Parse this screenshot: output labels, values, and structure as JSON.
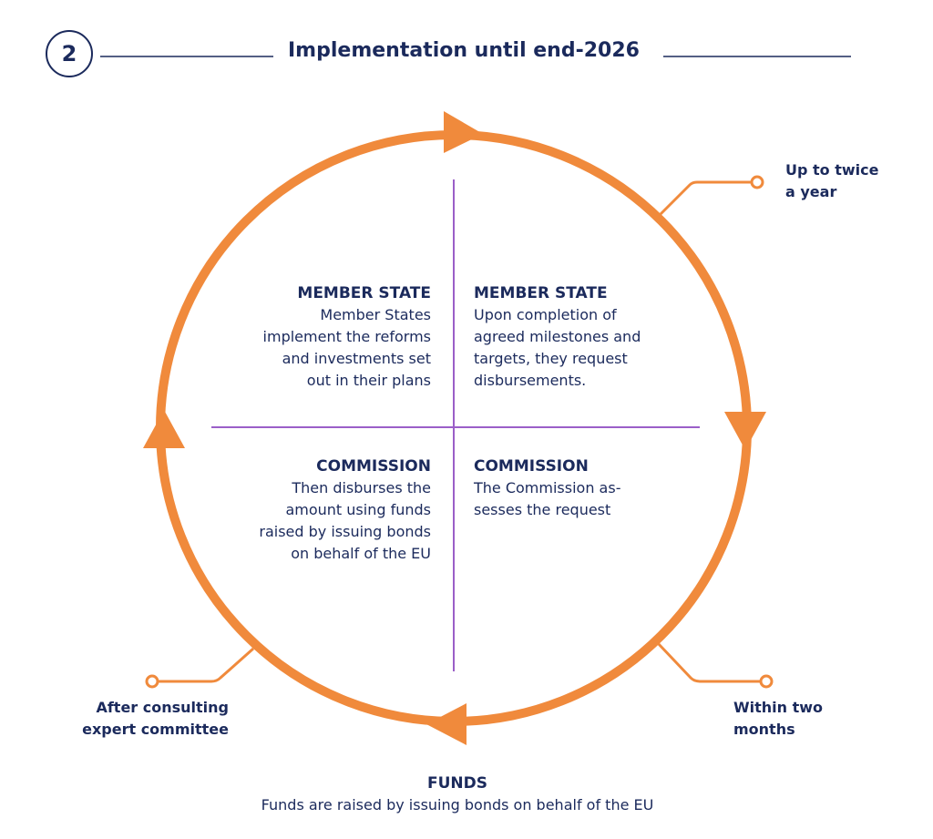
{
  "header": {
    "step_number": "2",
    "title": "Implementation until end-2026"
  },
  "quadrants": [
    {
      "heading": "MEMBER STATE",
      "lines": [
        "Member States",
        "implement the reforms",
        "and investments set",
        "out in their plans"
      ]
    },
    {
      "heading": "MEMBER STATE",
      "lines": [
        "Upon completion of",
        "agreed milestones and",
        "targets, they request",
        "disbursements."
      ]
    },
    {
      "heading": "COMMISSION",
      "lines": [
        "Then disburses the",
        "amount using funds",
        "raised by issuing bonds",
        "on behalf of the EU"
      ]
    },
    {
      "heading": "COMMISSION",
      "lines": [
        "The Commission as-",
        "sesses the request"
      ]
    }
  ],
  "callouts": {
    "top_right": [
      "Up  to twice",
      "a year"
    ],
    "bottom_right": [
      "Within two",
      "months"
    ],
    "bottom_left": [
      "After consulting",
      "expert committee"
    ]
  },
  "footer": {
    "heading": "FUNDS",
    "text": "Funds are raised by issuing bonds on behalf of the EU"
  },
  "colors": {
    "orange": "#F08A3C",
    "navy": "#1B2A5C",
    "purple": "#9B5FC8"
  }
}
